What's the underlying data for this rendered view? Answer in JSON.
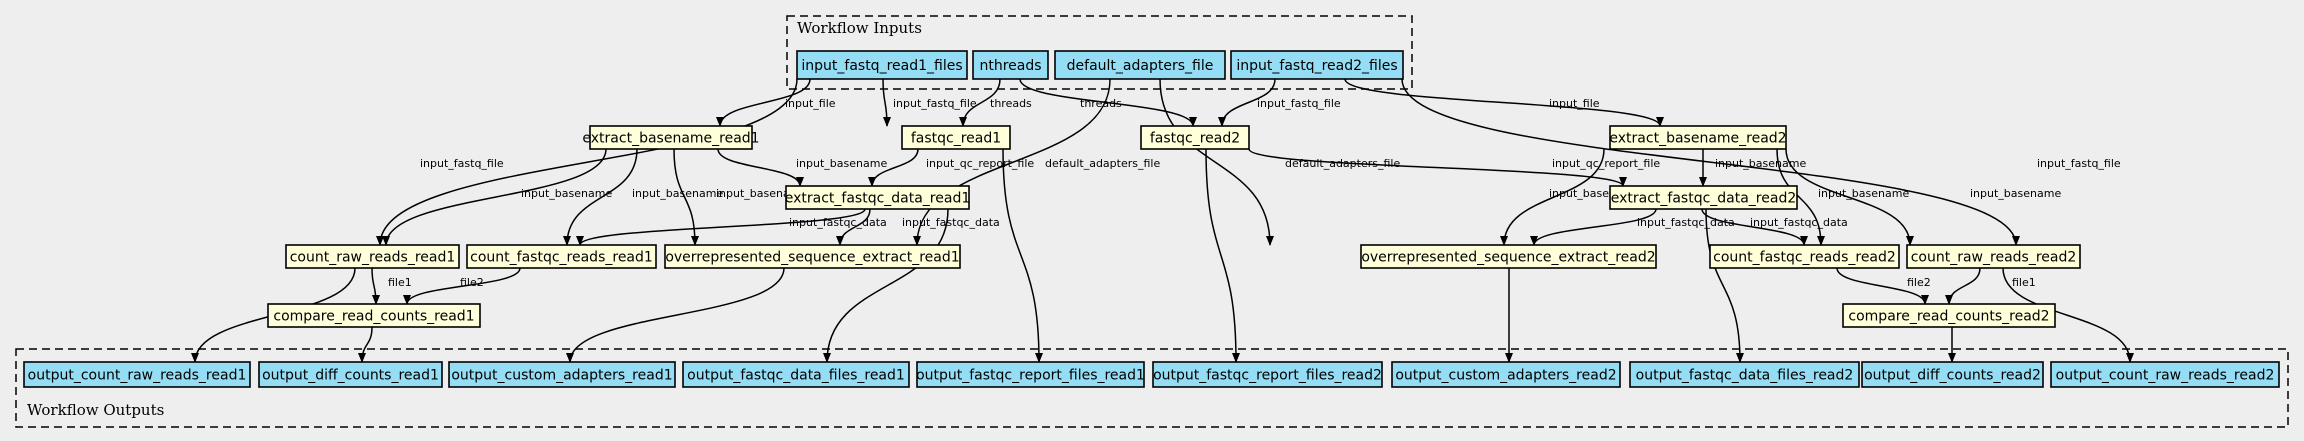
{
  "clusters": {
    "inputs_label": "Workflow Inputs",
    "outputs_label": "Workflow Outputs"
  },
  "colors": {
    "background": "#eeeeee",
    "io_fill": "#94ddf4",
    "step_fill": "#ffffd9",
    "stroke": "#000000"
  },
  "nodes": [
    {
      "id": "input_fastq_read1_files",
      "label": "input_fastq_read1_files",
      "kind": "input"
    },
    {
      "id": "nthreads",
      "label": "nthreads",
      "kind": "input"
    },
    {
      "id": "default_adapters_file",
      "label": "default_adapters_file",
      "kind": "input"
    },
    {
      "id": "input_fastq_read2_files",
      "label": "input_fastq_read2_files",
      "kind": "input"
    },
    {
      "id": "extract_basename_read1",
      "label": "extract_basename_read1",
      "kind": "step"
    },
    {
      "id": "fastqc_read1",
      "label": "fastqc_read1",
      "kind": "step"
    },
    {
      "id": "fastqc_read2",
      "label": "fastqc_read2",
      "kind": "step"
    },
    {
      "id": "extract_basename_read2",
      "label": "extract_basename_read2",
      "kind": "step"
    },
    {
      "id": "extract_fastqc_data_read1",
      "label": "extract_fastqc_data_read1",
      "kind": "step"
    },
    {
      "id": "extract_fastqc_data_read2",
      "label": "extract_fastqc_data_read2",
      "kind": "step"
    },
    {
      "id": "count_raw_reads_read1",
      "label": "count_raw_reads_read1",
      "kind": "step"
    },
    {
      "id": "count_fastqc_reads_read1",
      "label": "count_fastqc_reads_read1",
      "kind": "step"
    },
    {
      "id": "overrepresented_sequence_extract_read1",
      "label": "overrepresented_sequence_extract_read1",
      "kind": "step"
    },
    {
      "id": "overrepresented_sequence_extract_read2",
      "label": "overrepresented_sequence_extract_read2",
      "kind": "step"
    },
    {
      "id": "count_fastqc_reads_read2",
      "label": "count_fastqc_reads_read2",
      "kind": "step"
    },
    {
      "id": "count_raw_reads_read2",
      "label": "count_raw_reads_read2",
      "kind": "step"
    },
    {
      "id": "compare_read_counts_read1",
      "label": "compare_read_counts_read1",
      "kind": "step"
    },
    {
      "id": "compare_read_counts_read2",
      "label": "compare_read_counts_read2",
      "kind": "step"
    },
    {
      "id": "output_count_raw_reads_read1",
      "label": "output_count_raw_reads_read1",
      "kind": "output"
    },
    {
      "id": "output_diff_counts_read1",
      "label": "output_diff_counts_read1",
      "kind": "output"
    },
    {
      "id": "output_custom_adapters_read1",
      "label": "output_custom_adapters_read1",
      "kind": "output"
    },
    {
      "id": "output_fastqc_data_files_read1",
      "label": "output_fastqc_data_files_read1",
      "kind": "output"
    },
    {
      "id": "output_fastqc_report_files_read1",
      "label": "output_fastqc_report_files_read1",
      "kind": "output"
    },
    {
      "id": "output_fastqc_report_files_read2",
      "label": "output_fastqc_report_files_read2",
      "kind": "output"
    },
    {
      "id": "output_custom_adapters_read2",
      "label": "output_custom_adapters_read2",
      "kind": "output"
    },
    {
      "id": "output_fastqc_data_files_read2",
      "label": "output_fastqc_data_files_read2",
      "kind": "output"
    },
    {
      "id": "output_diff_counts_read2",
      "label": "output_diff_counts_read2",
      "kind": "output"
    },
    {
      "id": "output_count_raw_reads_read2",
      "label": "output_count_raw_reads_read2",
      "kind": "output"
    }
  ],
  "edges": [
    {
      "from": "input_fastq_read1_files",
      "to": "extract_basename_read1",
      "label": "input_file"
    },
    {
      "from": "input_fastq_read1_files",
      "to": "fastqc_read1",
      "label": "input_fastq_file"
    },
    {
      "from": "input_fastq_read1_files",
      "to": "count_raw_reads_read1",
      "label": "input_fastq_file"
    },
    {
      "from": "nthreads",
      "to": "fastqc_read1",
      "label": "threads"
    },
    {
      "from": "nthreads",
      "to": "fastqc_read2",
      "label": "threads"
    },
    {
      "from": "default_adapters_file",
      "to": "overrepresented_sequence_extract_read1",
      "label": "default_adapters_file"
    },
    {
      "from": "default_adapters_file",
      "to": "overrepresented_sequence_extract_read2",
      "label": "default_adapters_file"
    },
    {
      "from": "input_fastq_read2_files",
      "to": "fastqc_read2",
      "label": "input_fastq_file"
    },
    {
      "from": "input_fastq_read2_files",
      "to": "extract_basename_read2",
      "label": "input_file"
    },
    {
      "from": "input_fastq_read2_files",
      "to": "count_raw_reads_read2",
      "label": "input_fastq_file"
    },
    {
      "from": "extract_basename_read1",
      "to": "count_raw_reads_read1",
      "label": "input_basename"
    },
    {
      "from": "extract_basename_read1",
      "to": "count_fastqc_reads_read1",
      "label": "input_basename"
    },
    {
      "from": "extract_basename_read1",
      "to": "overrepresented_sequence_extract_read1",
      "label": "input_basename"
    },
    {
      "from": "extract_basename_read1",
      "to": "extract_fastqc_data_read1",
      "label": "input_basename"
    },
    {
      "from": "fastqc_read1",
      "to": "extract_fastqc_data_read1",
      "label": "input_qc_report_file"
    },
    {
      "from": "fastqc_read1",
      "to": "output_fastqc_report_files_read1",
      "label": ""
    },
    {
      "from": "fastqc_read2",
      "to": "extract_fastqc_data_read2",
      "label": "input_qc_report_file"
    },
    {
      "from": "fastqc_read2",
      "to": "output_fastqc_report_files_read2",
      "label": ""
    },
    {
      "from": "extract_basename_read2",
      "to": "overrepresented_sequence_extract_read2",
      "label": "input_basename"
    },
    {
      "from": "extract_basename_read2",
      "to": "extract_fastqc_data_read2",
      "label": "input_basename"
    },
    {
      "from": "extract_basename_read2",
      "to": "count_fastqc_reads_read2",
      "label": "input_basename"
    },
    {
      "from": "extract_basename_read2",
      "to": "count_raw_reads_read2",
      "label": "input_basename"
    },
    {
      "from": "extract_fastqc_data_read1",
      "to": "count_fastqc_reads_read1",
      "label": "input_fastqc_data"
    },
    {
      "from": "extract_fastqc_data_read1",
      "to": "overrepresented_sequence_extract_read1",
      "label": "input_fastqc_data"
    },
    {
      "from": "extract_fastqc_data_read1",
      "to": "output_fastqc_data_files_read1",
      "label": ""
    },
    {
      "from": "extract_fastqc_data_read2",
      "to": "overrepresented_sequence_extract_read2",
      "label": "input_fastqc_data"
    },
    {
      "from": "extract_fastqc_data_read2",
      "to": "count_fastqc_reads_read2",
      "label": "input_fastqc_data"
    },
    {
      "from": "extract_fastqc_data_read2",
      "to": "output_fastqc_data_files_read2",
      "label": ""
    },
    {
      "from": "count_raw_reads_read1",
      "to": "compare_read_counts_read1",
      "label": "file1"
    },
    {
      "from": "count_raw_reads_read1",
      "to": "output_count_raw_reads_read1",
      "label": ""
    },
    {
      "from": "count_fastqc_reads_read1",
      "to": "compare_read_counts_read1",
      "label": "file2"
    },
    {
      "from": "overrepresented_sequence_extract_read1",
      "to": "output_custom_adapters_read1",
      "label": ""
    },
    {
      "from": "overrepresented_sequence_extract_read2",
      "to": "output_custom_adapters_read2",
      "label": ""
    },
    {
      "from": "count_fastqc_reads_read2",
      "to": "compare_read_counts_read2",
      "label": "file2"
    },
    {
      "from": "count_raw_reads_read2",
      "to": "compare_read_counts_read2",
      "label": "file1"
    },
    {
      "from": "count_raw_reads_read2",
      "to": "output_count_raw_reads_read2",
      "label": ""
    },
    {
      "from": "compare_read_counts_read1",
      "to": "output_diff_counts_read1",
      "label": ""
    },
    {
      "from": "compare_read_counts_read2",
      "to": "output_diff_counts_read2",
      "label": ""
    }
  ]
}
